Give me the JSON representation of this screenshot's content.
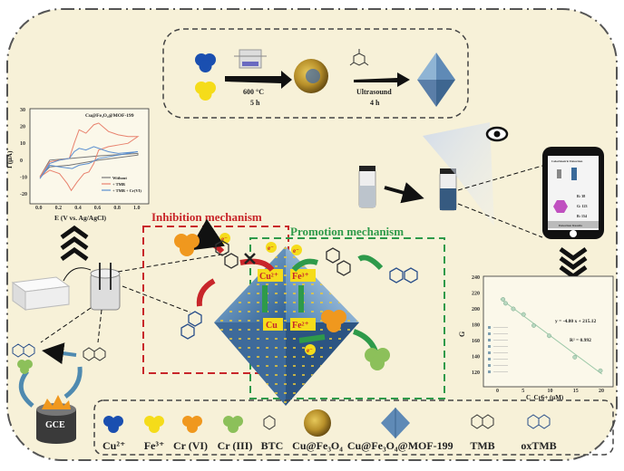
{
  "synthesis": {
    "step1_temp": "600 °C",
    "step1_time": "5 h",
    "step2_method": "Ultrasound",
    "step2_time": "4 h"
  },
  "cv_plot": {
    "title": "Cu@Fe₃O₄@MOF-199",
    "xlabel": "E (V vs. Ag/AgCl)",
    "ylabel": "I (μA)"
  },
  "mechanism": {
    "inhibition_label": "Inhibition mechanism",
    "promotion_label": "Promotion mechanism",
    "electron": "e⁻",
    "cu2": "Cu²⁺",
    "fe3": "Fe³⁺",
    "cu": "Cu",
    "fe2": "Fe²⁺"
  },
  "electrode": {
    "label": "GCE"
  },
  "phone": {
    "title": "Colorimetric Detection",
    "r": "R: 38",
    "g": "G: 123",
    "b": "B: 154",
    "result": "Detection Results"
  },
  "calib_plot": {
    "equation": "y = -4.80 x + 215.12",
    "r2": "R² = 0.992",
    "xlabel": "C_Cr6+ (μM)",
    "ylabel": "G"
  },
  "legend": {
    "items": [
      "Cu²⁺",
      "Fe³⁺",
      "Cr (VI)",
      "Cr (III)",
      "BTC",
      "Cu@Fe₃O₄",
      "Cu@Fe₃O₄@MOF-199",
      "TMB",
      "oxTMB"
    ]
  },
  "colors": {
    "cu2": "#1a4fb0",
    "fe3": "#f5dc1a",
    "cr6": "#f0981e",
    "cr3": "#8cc05a",
    "inhibition": "#c8262a",
    "promotion": "#2e9a4a",
    "background": "#f7f1d8"
  },
  "chart_data": [
    {
      "type": "line",
      "title": "Cu@Fe₃O₄@MOF-199",
      "xlabel": "E (V vs. Ag/AgCl)",
      "ylabel": "I (μA)",
      "xlim": [
        -0.05,
        1.05
      ],
      "ylim": [
        -25,
        30
      ],
      "xticks": [
        0.0,
        0.2,
        0.4,
        0.6,
        0.8,
        1.0
      ],
      "yticks": [
        -20,
        -10,
        0,
        10,
        20,
        30
      ],
      "legend_position": "bottom-right",
      "series": [
        {
          "name": "Without",
          "color": "#777777",
          "x": [
            0,
            0.1,
            0.3,
            0.6,
            1,
            1,
            0.6,
            0.3,
            0.1,
            0
          ],
          "y": [
            -10,
            0,
            1,
            2.5,
            4,
            3,
            0,
            -3,
            -4,
            -10
          ]
        },
        {
          "name": "+ TMB",
          "color": "#e8826e",
          "x": [
            0,
            0.1,
            0.2,
            0.3,
            0.35,
            0.4,
            0.47,
            0.55,
            0.6,
            0.7,
            0.8,
            0.9,
            1,
            1,
            0.9,
            0.8,
            0.7,
            0.6,
            0.55,
            0.5,
            0.45,
            0.38,
            0.32,
            0.28,
            0.2,
            0.1,
            0
          ],
          "y": [
            -10,
            -1,
            0,
            1,
            10,
            18,
            16,
            21,
            22,
            17,
            15,
            14,
            14,
            14,
            10,
            9,
            8,
            6,
            -2,
            -7,
            -8,
            -13,
            -18,
            -14,
            -8,
            -6,
            -10
          ]
        },
        {
          "name": "+ TMB + Cr(VI)",
          "color": "#5b8fd0",
          "x": [
            0,
            0.1,
            0.2,
            0.3,
            0.35,
            0.4,
            0.47,
            0.55,
            0.6,
            0.7,
            0.8,
            1,
            1,
            0.8,
            0.6,
            0.5,
            0.4,
            0.33,
            0.2,
            0.1,
            0
          ],
          "y": [
            -11,
            -2,
            0,
            1,
            5,
            7,
            6,
            8,
            7,
            5,
            4,
            5,
            5,
            3,
            1,
            -2,
            -3,
            -5,
            -4,
            -3,
            -11
          ]
        }
      ]
    },
    {
      "type": "scatter",
      "xlabel": "C_Cr6+ (μM)",
      "ylabel": "G",
      "xlim": [
        -2,
        22
      ],
      "ylim": [
        110,
        240
      ],
      "xticks": [
        0,
        5,
        10,
        15,
        20
      ],
      "yticks": [
        120,
        140,
        160,
        180,
        200,
        220,
        240
      ],
      "x": [
        1,
        1.5,
        3,
        5,
        7,
        10,
        15,
        20
      ],
      "y": [
        212,
        207,
        200,
        193,
        179,
        166,
        139,
        122
      ],
      "fit": {
        "slope": -4.8,
        "intercept": 215.12,
        "r2": 0.992
      }
    }
  ]
}
